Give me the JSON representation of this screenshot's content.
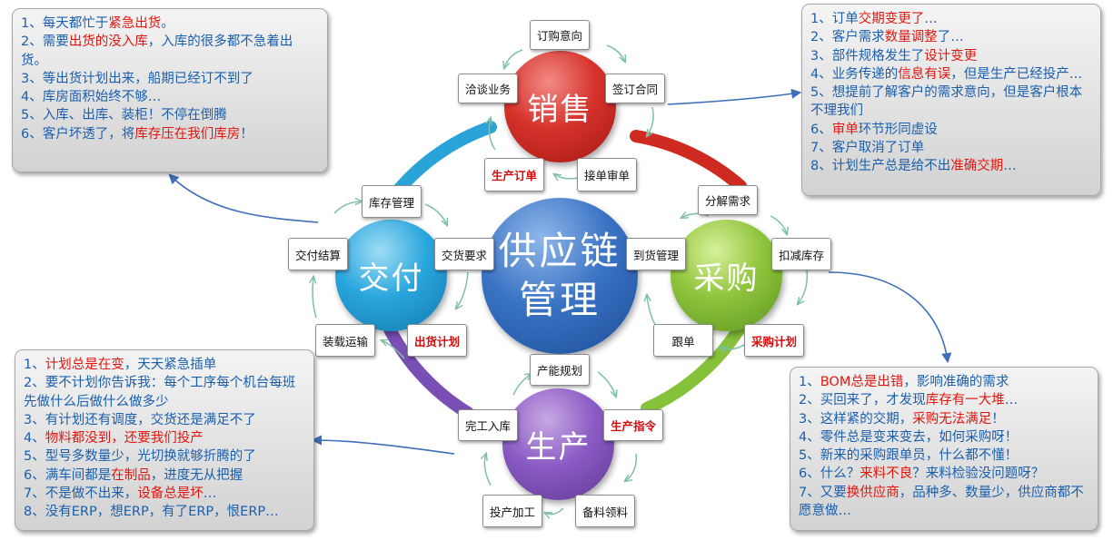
{
  "colors": {
    "note_text": "#1a5fae",
    "highlight": "#e3160f",
    "sales": "#d6322c",
    "delivery": "#29a6dd",
    "purchasing": "#8fc43c",
    "production": "#8b5cc4",
    "core": "#3a73c4"
  },
  "circles": {
    "sales": "销售",
    "delivery": "交付",
    "purchasing": "采购",
    "production": "生产",
    "core_line1": "供应链",
    "core_line2": "管理"
  },
  "boxes": {
    "order_intent": "订购意向",
    "sign_contract": "签订合同",
    "negotiate": "洽谈业务",
    "sales_order": "生产订单",
    "accept_review": "接单审单",
    "decompose_demand": "分解需求",
    "deduct_inventory": "扣减库存",
    "arrival_mgmt": "到货管理",
    "follow_up": "跟单",
    "purchase_plan": "采购计划",
    "capacity_plan": "产能规划",
    "finished_storage": "完工入库",
    "production_order": "生产指令",
    "outsourcing": "投产加工",
    "material_prep": "备料领料",
    "inventory_mgmt": "库存管理",
    "delivery_settle": "交付结算",
    "delivery_request": "交货要求",
    "loading_transport": "装载运输",
    "shipping_plan": "出货计划"
  },
  "notes": {
    "top_left": [
      [
        {
          "t": "1、每天都忙于"
        },
        {
          "t": "紧急出货",
          "h": true
        },
        {
          "t": "。"
        }
      ],
      [
        {
          "t": "2、需要"
        },
        {
          "t": "出货的没入库",
          "h": true
        },
        {
          "t": "，入库的很多都不急着出货。"
        }
      ],
      [
        {
          "t": "3、等出货计划出来，船期已经订不到了"
        }
      ],
      [
        {
          "t": "4、库房面积始终不够…"
        }
      ],
      [
        {
          "t": "5、入库、出库、装柜！不停在倒腾"
        }
      ],
      [
        {
          "t": "6、客户坏透了，将"
        },
        {
          "t": "库存压在我们库房",
          "h": true
        },
        {
          "t": "！"
        }
      ]
    ],
    "top_right": [
      [
        {
          "t": "1、订单"
        },
        {
          "t": "交期变更了",
          "h": true
        },
        {
          "t": "…"
        }
      ],
      [
        {
          "t": "2、客户需求"
        },
        {
          "t": "数量调整",
          "h": true
        },
        {
          "t": "了…"
        }
      ],
      [
        {
          "t": "3、部件规格发生了"
        },
        {
          "t": "设计变更",
          "h": true
        }
      ],
      [
        {
          "t": "4、业务传递的"
        },
        {
          "t": "信息有误",
          "h": true
        },
        {
          "t": "，但是生产已经投产…"
        }
      ],
      [
        {
          "t": "5、想提前了解客户的需求意向，但是客户根本不理我们"
        }
      ],
      [
        {
          "t": "6、"
        },
        {
          "t": "审单",
          "h": true
        },
        {
          "t": "环节形同虚设"
        }
      ],
      [
        {
          "t": "7、客户取消了订单"
        }
      ],
      [
        {
          "t": "8、计划生产总是给不出"
        },
        {
          "t": "准确交期",
          "h": true
        },
        {
          "t": "…"
        }
      ]
    ],
    "bottom_left": [
      [
        {
          "t": "1、"
        },
        {
          "t": "计划总是在变",
          "h": true
        },
        {
          "t": "，天天紧急插单"
        }
      ],
      [
        {
          "t": "2、要不计划你告诉我：每个工序每个机台每班先做什么后做什么做多少"
        }
      ],
      [
        {
          "t": "3、有计划还有调度，交货还是满足不了"
        }
      ],
      [
        {
          "t": "4、"
        },
        {
          "t": "物料都没到，还要我们投产",
          "h": true
        }
      ],
      [
        {
          "t": "5、型号多数量少，光切换就够折腾的了"
        }
      ],
      [
        {
          "t": "6、满车间都是"
        },
        {
          "t": "在制品",
          "h": true
        },
        {
          "t": "，进度无从把握"
        }
      ],
      [
        {
          "t": "7、不是做不出来，"
        },
        {
          "t": "设备总是坏",
          "h": true
        },
        {
          "t": "…"
        }
      ],
      [
        {
          "t": "8、没有ERP，想ERP，有了ERP，恨ERP…"
        }
      ]
    ],
    "bottom_right": [
      [
        {
          "t": "1、"
        },
        {
          "t": "BOM总是出错",
          "h": true
        },
        {
          "t": "，影响准确的需求"
        }
      ],
      [
        {
          "t": "2、买回来了，才发现"
        },
        {
          "t": "库存有一大堆",
          "h": true
        },
        {
          "t": "…"
        }
      ],
      [
        {
          "t": "3、这样紧的交期，"
        },
        {
          "t": "采购无法满足",
          "h": true
        },
        {
          "t": "！"
        }
      ],
      [
        {
          "t": "4、零件总是变来变去，如何采购呀！"
        }
      ],
      [
        {
          "t": "5、新来的采购跟单员，什么都不懂！"
        }
      ],
      [
        {
          "t": "6、什么？"
        },
        {
          "t": "来料不良",
          "h": true
        },
        {
          "t": "？来料检验没问题呀？"
        }
      ],
      [
        {
          "t": "7、又要"
        },
        {
          "t": "换供应商",
          "h": true
        },
        {
          "t": "，品种多、数量少，供应商都不愿意做…"
        }
      ]
    ]
  }
}
